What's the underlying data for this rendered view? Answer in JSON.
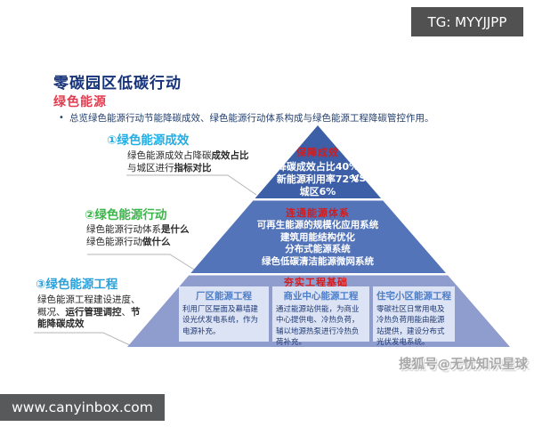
{
  "badge": {
    "tg_label": "TG: MYYJJPP"
  },
  "header": {
    "title": "零碳园区低碳行动",
    "section": "绿色能源",
    "bullet": "•",
    "summary": "总览绿色能源行动节能降碳成效、绿色能源行动体系构成与绿色能源工程降碳管控作用。"
  },
  "items": [
    {
      "label": "①绿色能源成效",
      "color": "#21aee5",
      "lines": [
        [
          [
            "绿色能源成效占降碳",
            false
          ],
          [
            "成效占比",
            true
          ]
        ],
        [
          [
            "与城区进行",
            false
          ],
          [
            "指标对比",
            true
          ]
        ]
      ]
    },
    {
      "label": "②绿色能源行动",
      "color": "#3cb54a",
      "lines": [
        [
          [
            "绿色能源行动体系",
            false
          ],
          [
            "是什么",
            true
          ]
        ],
        [
          [
            "绿色能源行动",
            false
          ],
          [
            "做什么",
            true
          ]
        ]
      ]
    },
    {
      "label": "③绿色能源工程",
      "color": "#2da0da",
      "lines": [
        [
          [
            "绿色能源工程建设进度、",
            false
          ]
        ],
        [
          [
            "概况、",
            false
          ],
          [
            "运行管理调控",
            true
          ],
          [
            "、",
            false
          ],
          [
            "节",
            true
          ]
        ],
        [
          [
            "能降碳成效",
            true
          ]
        ]
      ]
    }
  ],
  "pyramid": {
    "colors": {
      "top": "#3d5fa8",
      "middle": "#5474ba",
      "bottom": "#8f9cce",
      "label_red": "#d41c1c",
      "box_bg": "#dce3f4"
    },
    "top": {
      "label": "保障成效",
      "line1": "降碳成效占比40%",
      "line2": "新能源利用率72%",
      "vs": "VS",
      "line3": "城区6%"
    },
    "middle": {
      "label": "连通能源体系",
      "line1": "可再生能源的规模化应用系统",
      "line2": "建筑用能结构优化",
      "line3": "分布式能源系统",
      "line4": "绿色低碳清洁能源微网系统"
    },
    "bottom": {
      "label": "夯实工程基础",
      "columns": [
        {
          "title": "厂区能源工程",
          "desc": "利用厂区屋面及幕墙建设光伏发电系统，作为电源补充。"
        },
        {
          "title": "商业中心能源工程",
          "desc": "通过能源站供能，为商业中心提供电、冷热负荷，辅以地源热泵进行冷热负荷补充。"
        },
        {
          "title": "住宅小区能源工程",
          "desc": "零碳社区日常用电及冷热负荷用能由能源站提供，建设分布式光伏发电系统。"
        }
      ]
    }
  },
  "watermark": "搜狐号@无忧知识星球",
  "footer": {
    "url": "www.canyinbox.com"
  }
}
